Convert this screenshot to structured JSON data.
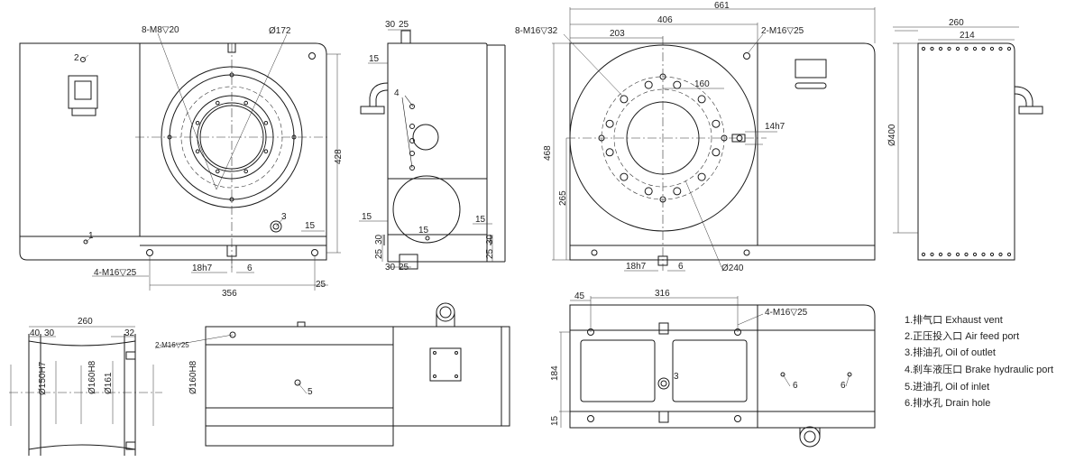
{
  "views": {
    "front": {
      "dims": {
        "tapped_holes": "8-M8",
        "tapped_depth": "20",
        "bore": "Ø172",
        "height": "428",
        "width": "356",
        "edge": "25",
        "edge2": "15",
        "key": "18h7",
        "key_w": "6",
        "bottom_holes": "4-M16",
        "bottom_depth": "25"
      },
      "callouts": {
        "c1": "1",
        "c2": "2",
        "c3": "3"
      }
    },
    "side": {
      "dims": {
        "top_a": "30",
        "top_b": "25",
        "left": "15",
        "mid_left": "15",
        "mid_right": "15",
        "bottom_mid": "15",
        "b_l1": "30",
        "b_l2": "25",
        "b_r1": "30",
        "b_r2": "25",
        "bot_a": "30",
        "bot_b": "25"
      },
      "callouts": {
        "c4": "4"
      }
    },
    "plate": {
      "dims": {
        "overall": "661",
        "span": "406",
        "off": "203",
        "pcd": "160",
        "key": "14h7",
        "height": "468",
        "low": "265",
        "key_bottom": "18h7",
        "key_w": "6",
        "dia": "Ø240",
        "holes_l": "8-M16",
        "holes_l_depth": "32",
        "holes_r": "2-M16",
        "holes_r_depth": "25"
      }
    },
    "right": {
      "dims": {
        "w1": "260",
        "w2": "214",
        "dia": "Ø400"
      }
    },
    "detail": {
      "dims": {
        "w": "260",
        "a": "40",
        "b": "30",
        "c": "32",
        "d1": "Ø150H7",
        "d2": "Ø160H8",
        "d3": "Ø161",
        "d4": "Ø160H8"
      }
    },
    "bottom_left": {
      "dims": {
        "holes": "2-M16",
        "depth": "25"
      },
      "callouts": {
        "c5": "5"
      }
    },
    "bottom_plate": {
      "dims": {
        "a": "45",
        "b": "316",
        "holes": "4-M16",
        "depth": "25",
        "h": "184",
        "h2": "15"
      },
      "callouts": {
        "c3": "3",
        "c6a": "6",
        "c6b": "6"
      }
    }
  },
  "depth_symbol": "▽",
  "legend": [
    "1.排气口 Exhaust vent",
    "2.正压投入口 Air feed port",
    "3.排油孔  Oil of outlet",
    "4.刹车液压口 Brake hydraulic port",
    "5.进油孔 Oil of inlet",
    "6.排水孔 Drain hole"
  ]
}
